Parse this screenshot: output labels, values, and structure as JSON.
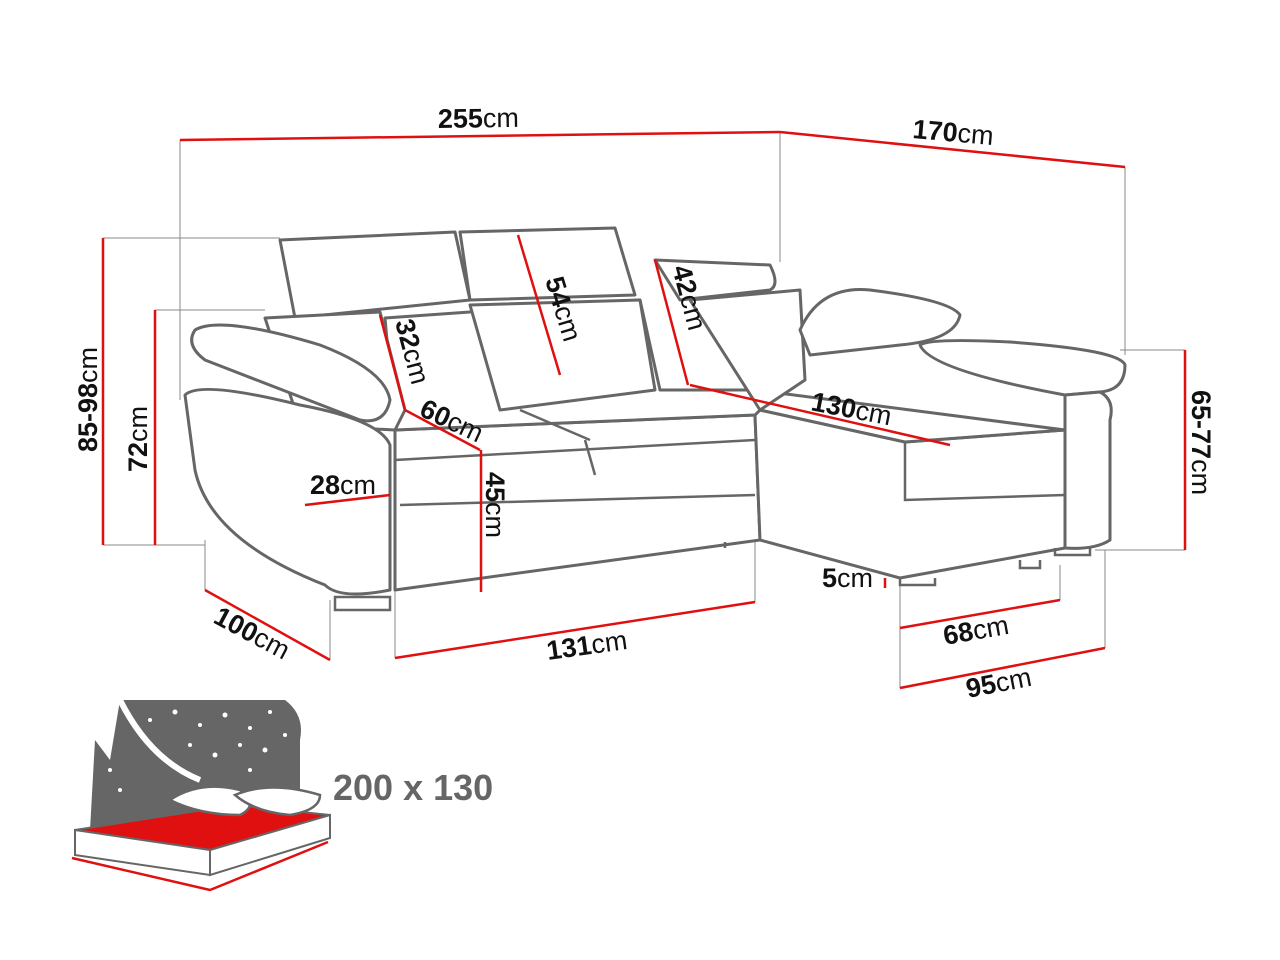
{
  "unit": "cm",
  "colors": {
    "dimension_line": "#e01010",
    "outline": "#666666",
    "mattress": "#e01010"
  },
  "dimensions": {
    "total_width": "255",
    "chaise_length": "170",
    "height_range": "85-98",
    "armrest_height": "72",
    "chaise_height_range": "65-77",
    "back_cushion": "32",
    "headrest": "54",
    "chaise_headrest": "42",
    "seat_depth": "60",
    "chaise_seat": "130",
    "armrest_width": "28",
    "seat_height": "45",
    "depth": "100",
    "seat_width": "131",
    "leg_height": "5",
    "chaise_inner": "68",
    "chaise_width": "95"
  },
  "bed": {
    "icon": "sofa-bed-icon",
    "size": "200 x 130"
  }
}
